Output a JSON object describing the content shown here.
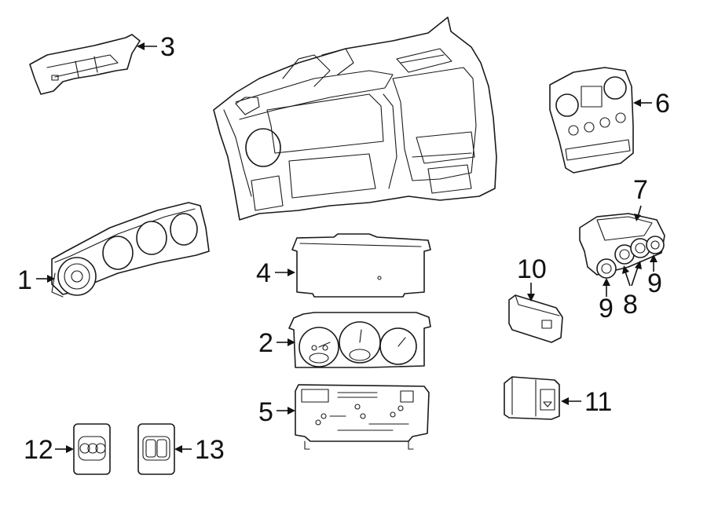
{
  "callouts": {
    "c1": "1",
    "c2": "2",
    "c3": "3",
    "c4": "4",
    "c5": "5",
    "c6": "6",
    "c7": "7",
    "c8": "8",
    "c9a": "9",
    "c9b": "9",
    "c10": "10",
    "c11": "11",
    "c12": "12",
    "c13": "13"
  }
}
